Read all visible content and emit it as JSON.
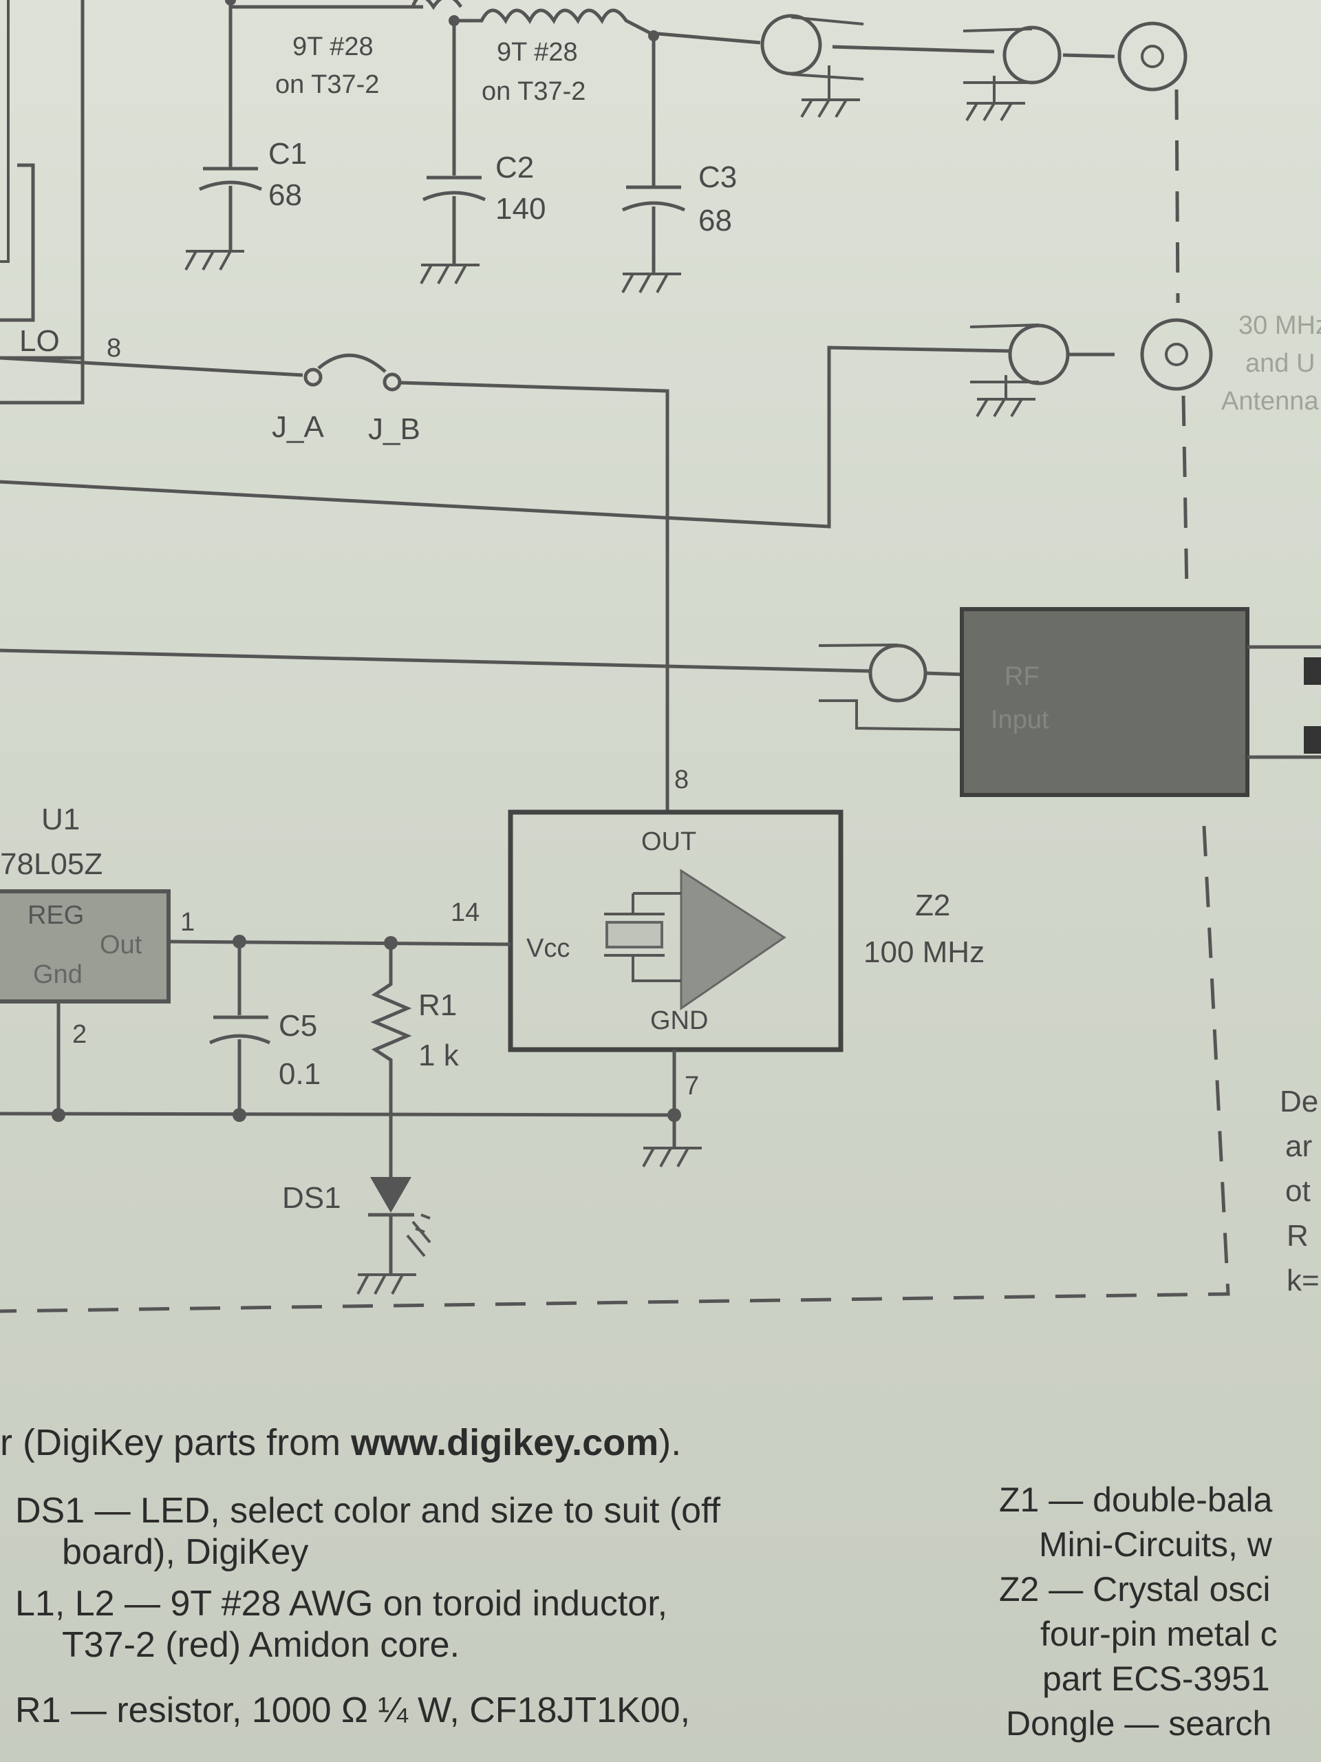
{
  "schematic": {
    "inductors": [
      {
        "turns": "9T #28",
        "core": "on T37-2"
      },
      {
        "turns": "9T #28",
        "core": "on T37-2"
      }
    ],
    "capacitors": [
      {
        "ref": "C1",
        "value": "68"
      },
      {
        "ref": "C2",
        "value": "140"
      },
      {
        "ref": "C3",
        "value": "68"
      },
      {
        "ref": "C5",
        "value": "0.1"
      }
    ],
    "lo_label": "LO",
    "lo_pin": "8",
    "jumpers": [
      "J_A",
      "J_B"
    ],
    "antenna_note": [
      "30 MHz",
      "and U",
      "Antenna"
    ],
    "rf_module_text": [
      "RF",
      "Input"
    ],
    "regulator": {
      "ref": "U1",
      "part": "78L05Z",
      "body": "REG",
      "out": "Out",
      "gnd": "Gnd",
      "pin_out": "1",
      "pin_gnd": "2"
    },
    "resistor": {
      "ref": "R1",
      "value": "1 k"
    },
    "led": {
      "ref": "DS1"
    },
    "oscillator": {
      "ref": "Z2",
      "freq": "100 MHz",
      "out": "OUT",
      "vcc": "Vcc",
      "gnd": "GND",
      "pin_out": "8",
      "pin_vcc": "14",
      "pin_gnd": "7"
    },
    "side_note_fragments": [
      "De",
      "ar",
      "ot",
      "R",
      "k="
    ]
  },
  "parts_list": {
    "intro_text": "r (DigiKey parts from ",
    "intro_url": "www.digikey.com",
    "intro_end": ").",
    "items": [
      {
        "head": "DS1 — LED, select color and size to suit (off",
        "cont": "board), DigiKey"
      },
      {
        "head": "L1, L2 — 9T #28 AWG on toroid inductor,",
        "cont": "T37-2 (red) Amidon core."
      },
      {
        "head": "R1 — resistor, 1000 Ω ¼ W, CF18JT1K00,",
        "cont": ""
      }
    ],
    "right_column": [
      "Z1 — double-bala",
      "Mini-Circuits, w",
      "Z2 — Crystal osci",
      "four-pin metal c",
      "part ECS-3951",
      "Dongle — search"
    ]
  }
}
